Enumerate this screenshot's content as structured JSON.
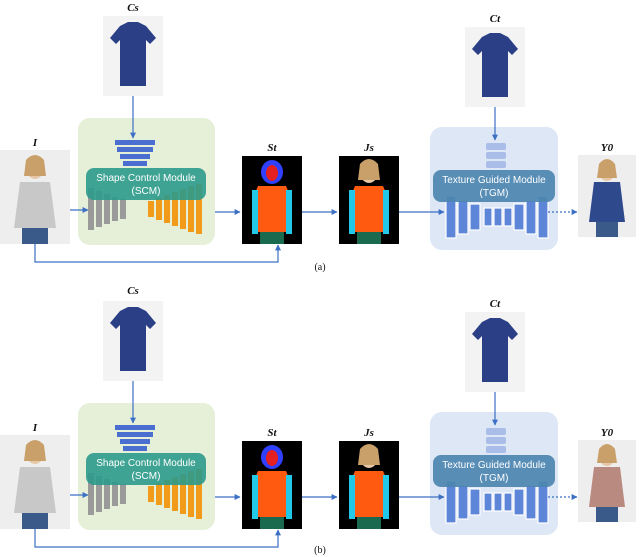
{
  "panels": [
    {
      "id": "a",
      "caption": "(a)",
      "labels": {
        "cs": "Cs",
        "ct": "Ct",
        "input": "I",
        "st": "St",
        "js": "Js",
        "y0": "Y0"
      },
      "scm": {
        "line1": "Shape Control Module",
        "line2": "(SCM)"
      },
      "tgm": {
        "line1": "Texture Guided Module",
        "line2": "(TGM)"
      },
      "output_shirt_color": "#2e4a8c"
    },
    {
      "id": "b",
      "caption": "(b)",
      "labels": {
        "cs": "Cs",
        "ct": "Ct",
        "input": "I",
        "st": "St",
        "js": "Js",
        "y0": "Y0"
      },
      "scm": {
        "line1": "Shape Control Module",
        "line2": "(SCM)"
      },
      "tgm": {
        "line1": "Texture Guided Module",
        "line2": "(TGM)"
      },
      "output_shirt_color": "#b98a80"
    }
  ],
  "colors": {
    "arrow": "#3d6fc4",
    "scm_box": "#e6f0d8",
    "scm_band": "#2c9a8c",
    "tgm_box": "#dde7f5",
    "tgm_band": "#4c86b0",
    "encoder": "#4a6fd0",
    "seg_orange": "#ff5a10",
    "seg_cyan": "#22c8e8",
    "seg_blue": "#3040ff",
    "seg_red": "#e52020",
    "target_shirt": "#2a3f85",
    "person_shirt": "#c8c8c8"
  }
}
